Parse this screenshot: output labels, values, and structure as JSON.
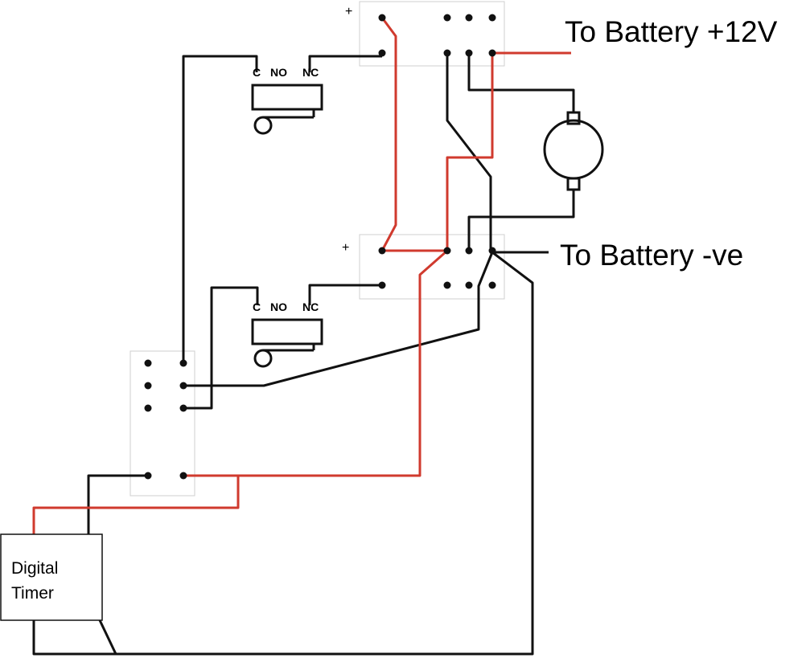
{
  "labels": {
    "battery_positive": "To Battery +12V",
    "battery_negative": "To Battery -ve",
    "timer_line1": "Digital",
    "timer_line2": "Timer",
    "plus_sign": "+"
  },
  "relay_pins": {
    "common": "C",
    "normally_open": "NO",
    "normally_closed": "NC"
  },
  "colors": {
    "positive_wire": "#d03a2e",
    "negative_wire": "#111111"
  }
}
